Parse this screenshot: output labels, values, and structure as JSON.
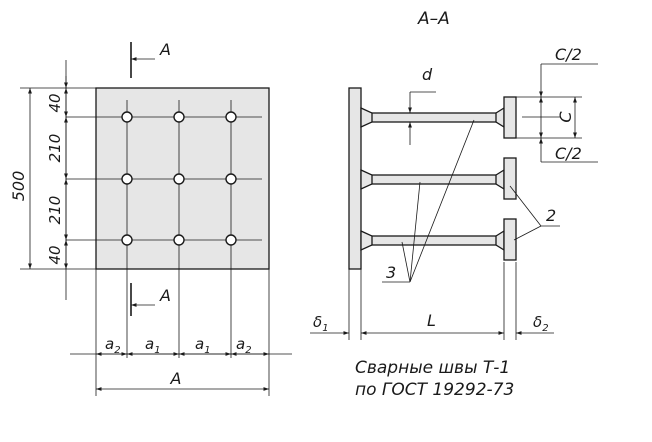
{
  "section_title": "А–А",
  "section_mark": "А",
  "dims": {
    "total_height": "500",
    "row_40_top": "40",
    "row_210_a": "210",
    "row_210_b": "210",
    "row_40_bottom": "40",
    "a2_left": "a",
    "a2_left_sub": "2",
    "a1_left": "a",
    "a1_left_sub": "1",
    "a1_right": "a",
    "a1_right_sub": "1",
    "a2_right": "a",
    "a2_right_sub": "2",
    "total_width": "A",
    "d": "d",
    "c_half_top": "C/2",
    "c": "C",
    "c_half_bottom": "C/2",
    "delta1": "δ",
    "delta1_sub": "1",
    "length": "L",
    "delta2": "δ",
    "delta2_sub": "2"
  },
  "callouts": {
    "item_2": "2",
    "item_3": "3"
  },
  "note": {
    "line1": "Сварные швы Т-1",
    "line2": "по ГОСТ 19292-73"
  }
}
